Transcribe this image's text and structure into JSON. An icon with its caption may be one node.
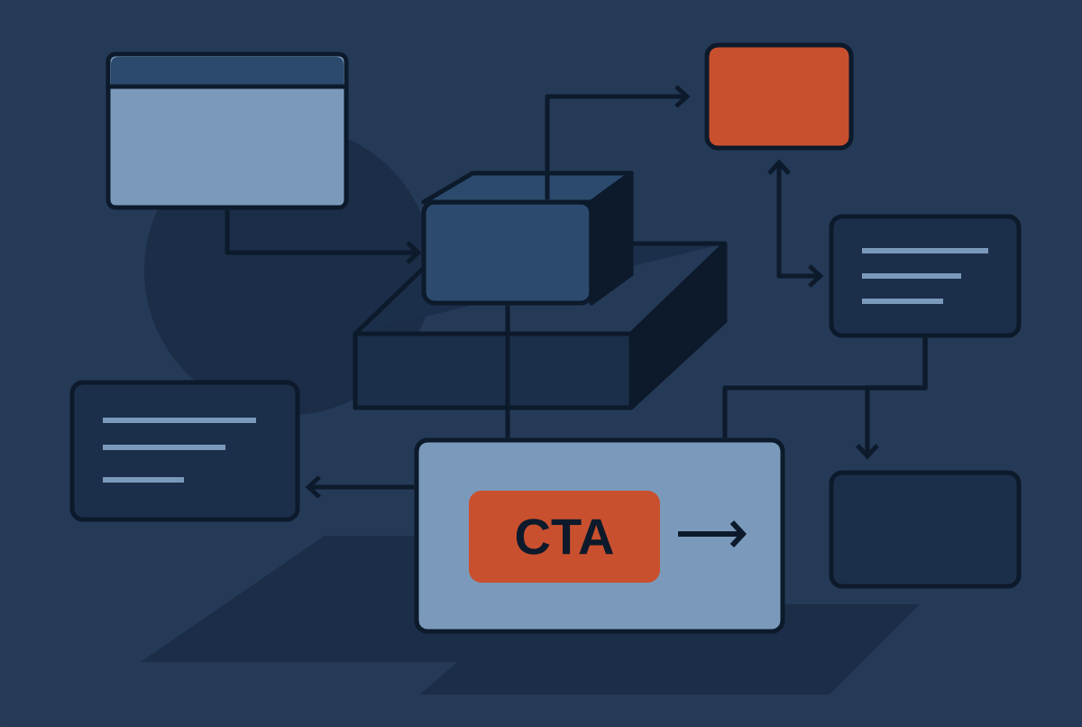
{
  "diagram": {
    "nodes": [
      {
        "text": [],
        "shape": "picture"
      },
      {
        "text": [],
        "shape": "box"
      },
      {
        "text": [],
        "shape": "box"
      },
      {
        "text": [],
        "shape": "box"
      },
      {
        "text": [],
        "shape": "box"
      },
      {
        "text": [],
        "shape": "box"
      },
      {
        "text": [
          "CTA"
        ],
        "in": 5
      },
      {
        "text": [],
        "shape": "box"
      }
    ],
    "edges": [
      {
        "from": 0,
        "to": 1,
        "arrow": "to"
      },
      {
        "from": 1,
        "to": 2,
        "arrow": "to"
      },
      {
        "from": 2,
        "to": 3,
        "arrow": "both"
      },
      {
        "from": 5,
        "to": 4,
        "arrow": "to"
      },
      {
        "from": 1,
        "to": 5,
        "arrow": "none"
      },
      {
        "from": 3,
        "to": 5,
        "arrow": "none"
      },
      {
        "from": 3,
        "to": 7,
        "arrow": "to"
      }
    ]
  }
}
